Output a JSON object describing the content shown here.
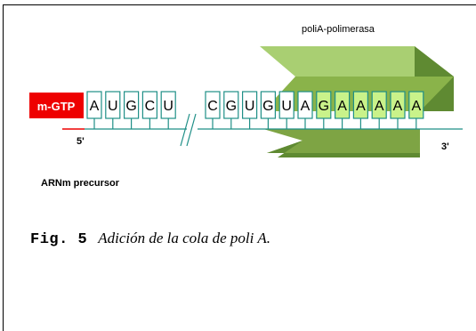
{
  "colors": {
    "cap_red": "#ee0000",
    "strand_teal": "#1f8f87",
    "enzyme_green": "#8ab34a",
    "tail_green": "#c9f28a"
  },
  "diagram": {
    "enzyme_label": "poliA-polimerasa",
    "cap_label": "m-GTP",
    "five_prime": "5'",
    "three_prime": "3'",
    "molecule_label": "ARNm precursor",
    "break_symbol": "//",
    "nucleotides_start": [
      "A",
      "U",
      "G",
      "C",
      "U"
    ],
    "nucleotides_end": [
      "C",
      "G",
      "U",
      "G",
      "U",
      "A",
      "G",
      "A",
      "A",
      "A",
      "A",
      "A"
    ],
    "tail_highlight_from_index": 6
  },
  "caption": {
    "figure": "Fig. 5",
    "text": "Adición de la cola de poli A."
  }
}
